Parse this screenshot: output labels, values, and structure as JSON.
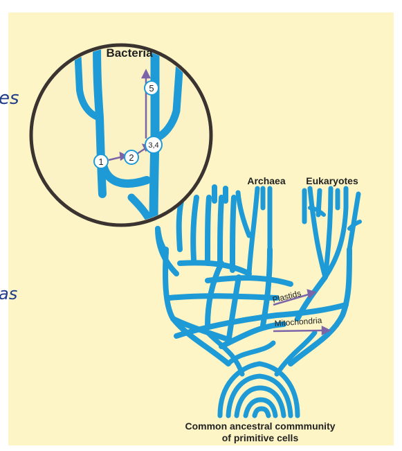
{
  "colors": {
    "background": "#fdf5c6",
    "branch": "#1e9ad6",
    "circle_fill": "#fbf3c5",
    "circle_border": "#3a3330",
    "arrow": "#7b65a8",
    "marker_fill": "#ffffff",
    "marker_stroke": "#1e9ad6",
    "handwriting": "#1f3c8a"
  },
  "labels": {
    "bacteria": "Bacteria",
    "archaea": "Archaea",
    "eukaryotes": "Eukaryotes",
    "plastids": "Plastids",
    "mitochondria": "Mitochondria",
    "common_line1": "Common ancestral commmunity",
    "common_line2": "of primitive cells"
  },
  "markers": {
    "m1": "1",
    "m2": "2",
    "m34": "3,4",
    "m5": "5"
  },
  "handwriting": {
    "top_fragment": "es",
    "mid_fragment": "as"
  }
}
